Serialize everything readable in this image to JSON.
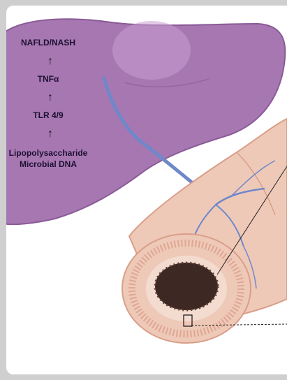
{
  "pathway": {
    "steps": [
      "NAFLD/NASH",
      "TNFα",
      "TLR 4/9"
    ],
    "source_line1": "Lipopolysaccharide",
    "source_line2": "Microbial DNA"
  },
  "colors": {
    "liver": "#a777b2",
    "liver_dark": "#8a5a97",
    "vessel": "#6f88c9",
    "intestine": "#efc9b8",
    "intestine_dark": "#d99e89",
    "microbes": "#2a1410",
    "background": "#cfcfd0"
  }
}
